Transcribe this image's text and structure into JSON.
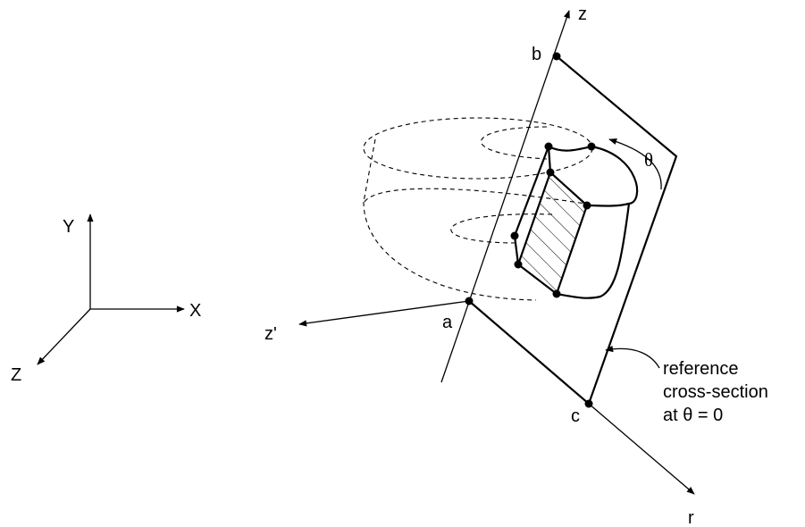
{
  "global_axes": {
    "x": "X",
    "y": "Y",
    "z": "Z"
  },
  "local_axes": {
    "z": "z",
    "z_prime": "z'",
    "r": "r"
  },
  "points": {
    "a": "a",
    "b": "b",
    "c": "c"
  },
  "angle_symbol": "θ",
  "annotation": {
    "line1": "reference",
    "line2": "cross-section",
    "line3": "at θ = 0"
  },
  "colors": {
    "ink": "#000000",
    "background": "#ffffff"
  }
}
